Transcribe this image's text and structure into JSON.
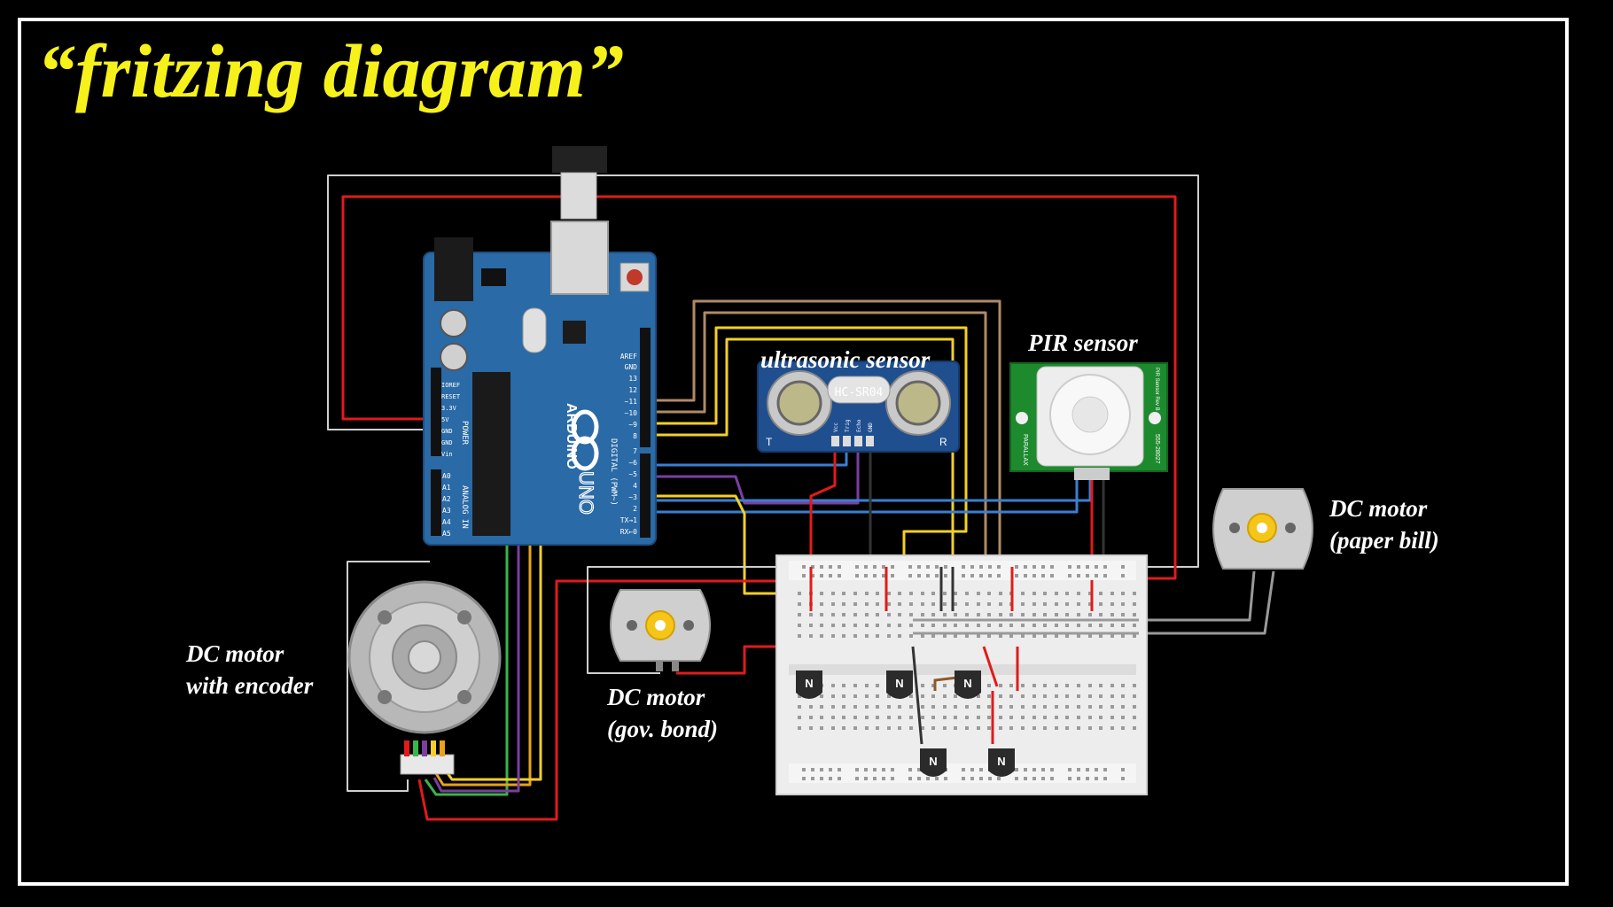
{
  "title": "“fritzing diagram”",
  "labels": {
    "ultrasonic": "ultrasonic sensor",
    "pir": "PIR sensor",
    "motor_encoder_line1": "DC motor",
    "motor_encoder_line2": "with encoder",
    "motor_gov_line1": "DC motor",
    "motor_gov_line2": "(gov. bond)",
    "motor_paper_line1": "DC motor",
    "motor_paper_line2": "(paper bill)"
  },
  "arduino": {
    "brand": "ARDUINO",
    "model": "UNO",
    "digital_header": "DIGITAL (PWM~)",
    "power_header": "POWER",
    "analog_header": "ANALOG IN",
    "power_pins": [
      "IOREF",
      "RESET",
      "3.3V",
      "5V",
      "GND",
      "GND",
      "Vin"
    ],
    "analog_pins": [
      "A0",
      "A1",
      "A2",
      "A3",
      "A4",
      "A5"
    ],
    "digital_pins": [
      "AREF",
      "GND",
      "13",
      "12",
      "~11",
      "~10",
      "~9",
      "8",
      "7",
      "~6",
      "~5",
      "4",
      "~3",
      "2",
      "TX→1",
      "RX←0"
    ]
  },
  "hcsr04": {
    "model": "HC-SR04",
    "pins": [
      "Vcc",
      "Trig",
      "Echo",
      "GND"
    ],
    "left_mark": "T",
    "right_mark": "R"
  },
  "pir": {
    "side_left": "PARALLAX",
    "side_right1": "PIR Sensor Rev B",
    "side_right2": "555-28027"
  },
  "transistor_mark": "N",
  "colors": {
    "background": "#000000",
    "title": "#f7f11b",
    "frame": "#ffffff",
    "arduino": "#2a6aa6",
    "pir_board": "#1d8a2e",
    "hcsr04": "#1f4f8f",
    "wire_red": "#e11b1b",
    "wire_black": "#2a2a2a",
    "wire_yellow": "#f2cf2a",
    "wire_orange": "#e8a317",
    "wire_green": "#39b54a",
    "wire_purple": "#7b3fa0",
    "wire_blue": "#3b7fd1",
    "wire_brown": "#8b5a2b",
    "wire_gray": "#9a9a9a"
  }
}
